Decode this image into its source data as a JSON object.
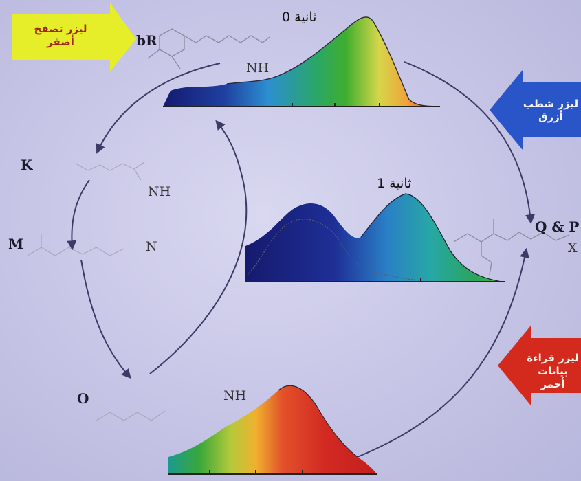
{
  "states": {
    "bR": "bR",
    "K": "K",
    "M": "M",
    "O": "O",
    "QP": "Q & P"
  },
  "groups": {
    "nh_top": "NH",
    "nh_k": "NH",
    "n_m": "N",
    "nh_o": "NH",
    "x_q": "X"
  },
  "times": {
    "t0": "0 ثانية",
    "t1": "1 ثانية"
  },
  "lasers": {
    "yellow": {
      "line1": "ليزر تصفح",
      "line2": "أصفر",
      "color": "#e8f020"
    },
    "blue": {
      "line1": "ليزر شطب",
      "line2": "أزرق",
      "color": "#2a55c8"
    },
    "red": {
      "line1": "ليزر قراءة",
      "line2": "بيانات أحمر",
      "color": "#d42a1e"
    }
  },
  "colors": {
    "cycle_arrow": "#3c3a66",
    "molecule": "#8a8a9a"
  }
}
